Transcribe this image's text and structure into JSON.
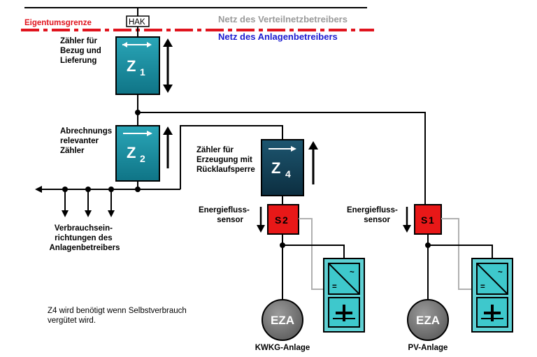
{
  "boundary": {
    "label": "Eigentumsgrenze",
    "hak": "HAK",
    "net_upper": "Netz des Verteilnetzbetreibers",
    "net_lower": "Netz des Anlagenbetreibers"
  },
  "meters": {
    "z1": {
      "letter": "Z",
      "index": "1",
      "label_lines": [
        "Zähler für",
        "Bezug und",
        "Lieferung"
      ]
    },
    "z2": {
      "letter": "Z",
      "index": "2",
      "label_lines": [
        "Abrechnungs",
        "relevanter",
        "Zähler"
      ]
    },
    "z4": {
      "letter": "Z",
      "index": "4",
      "label_lines": [
        "Zähler für",
        "Erzeugung mit",
        "Rücklaufsperre"
      ]
    }
  },
  "consumers": {
    "label_lines": [
      "Verbrauchsein-",
      "richtungen des",
      "Anlagenbetreibers"
    ]
  },
  "sensors": {
    "s2": {
      "letter": "S",
      "index": "2",
      "label_lines": [
        "Energiefluss-",
        "sensor"
      ]
    },
    "s1": {
      "letter": "S",
      "index": "1",
      "label_lines": [
        "Energiefluss-",
        "sensor"
      ]
    }
  },
  "generators": {
    "kwkg": {
      "symbol": "EZA",
      "label": "KWKG-Anlage"
    },
    "pv": {
      "symbol": "EZA",
      "label": "PV-Anlage"
    }
  },
  "inverter": {
    "dc": "=",
    "ac": "~"
  },
  "note_lines": [
    "Z4 wird benötigt wenn Selbstverbrauch",
    "vergütet wird."
  ],
  "colors": {
    "meter_teal": "#1b93a6",
    "meter_dark": "#123f55",
    "sensor_red": "#e81818",
    "inverter_cyan": "#3ec8cc",
    "boundary_red": "#e0141e",
    "eza_grey": "#7a7a7a"
  }
}
